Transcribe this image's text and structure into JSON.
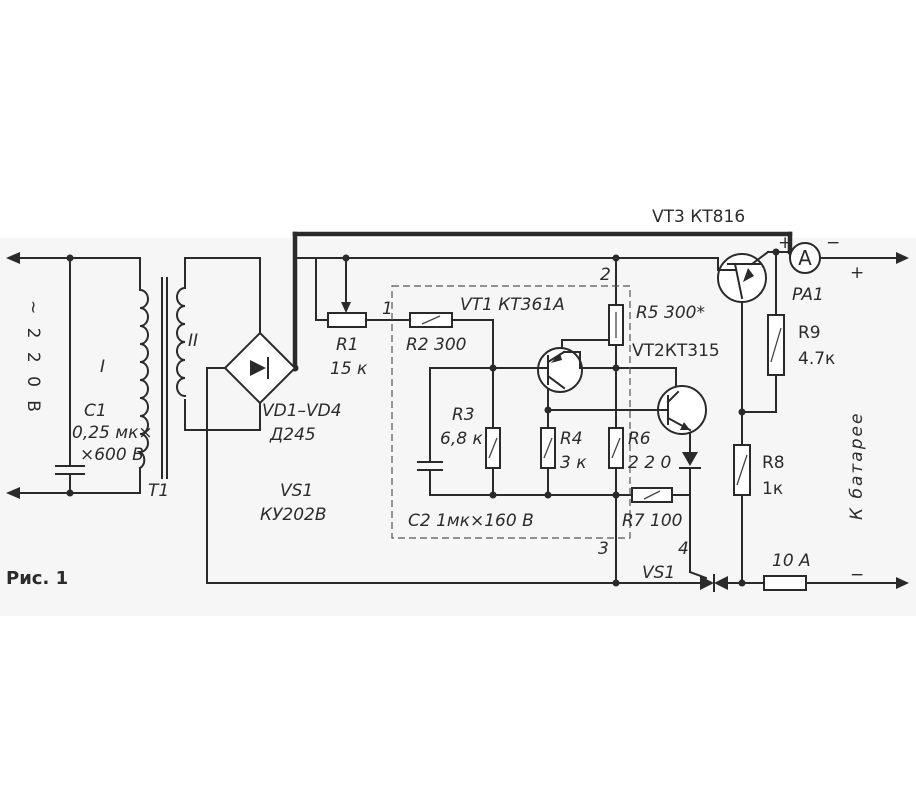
{
  "figure": {
    "caption": "Рис. 1"
  },
  "mains": {
    "voltage": "~ 2 2 0 В"
  },
  "battery": {
    "label": "К   батарее",
    "plus": "+",
    "minus": "−"
  },
  "transformer": {
    "ref": "T1",
    "primary": "I",
    "secondary": "II"
  },
  "capacitors": {
    "c1_ref": "C1",
    "c1_val1": "0,25 мк×",
    "c1_val2": "×600 В",
    "c2_label": "C2  1мк×160 В"
  },
  "bridge": {
    "ref": "VD1–VD4",
    "type": "Д245"
  },
  "thyristor": {
    "ref_left": "VS1",
    "type": "КУ202В",
    "ref_right": "VS1"
  },
  "resistors": {
    "r1_ref": "R1",
    "r1_val": "15 к",
    "r2_label": "R2  300",
    "r3_ref": "R3",
    "r3_val": "6,8 к",
    "r4_ref": "R4",
    "r4_val": "3 к",
    "r5_label": "R5  300*",
    "r6_ref": "R6",
    "r6_val": "2 2 0",
    "r7_label": "R7 100",
    "r8_ref": "R8",
    "r8_val": "1к",
    "r9_ref": "R9",
    "r9_val": "4.7к"
  },
  "transistors": {
    "vt1": "VT1   КТ361А",
    "vt2": "VT2КТ315",
    "vt3": "VT3 КТ816"
  },
  "meter": {
    "ref": "PA1",
    "symbol": "A",
    "plus": "+",
    "minus": "−"
  },
  "fuse": {
    "rating": "10 A"
  },
  "nodes": {
    "n1": "1",
    "n2": "2",
    "n3": "3",
    "n4": "4"
  }
}
